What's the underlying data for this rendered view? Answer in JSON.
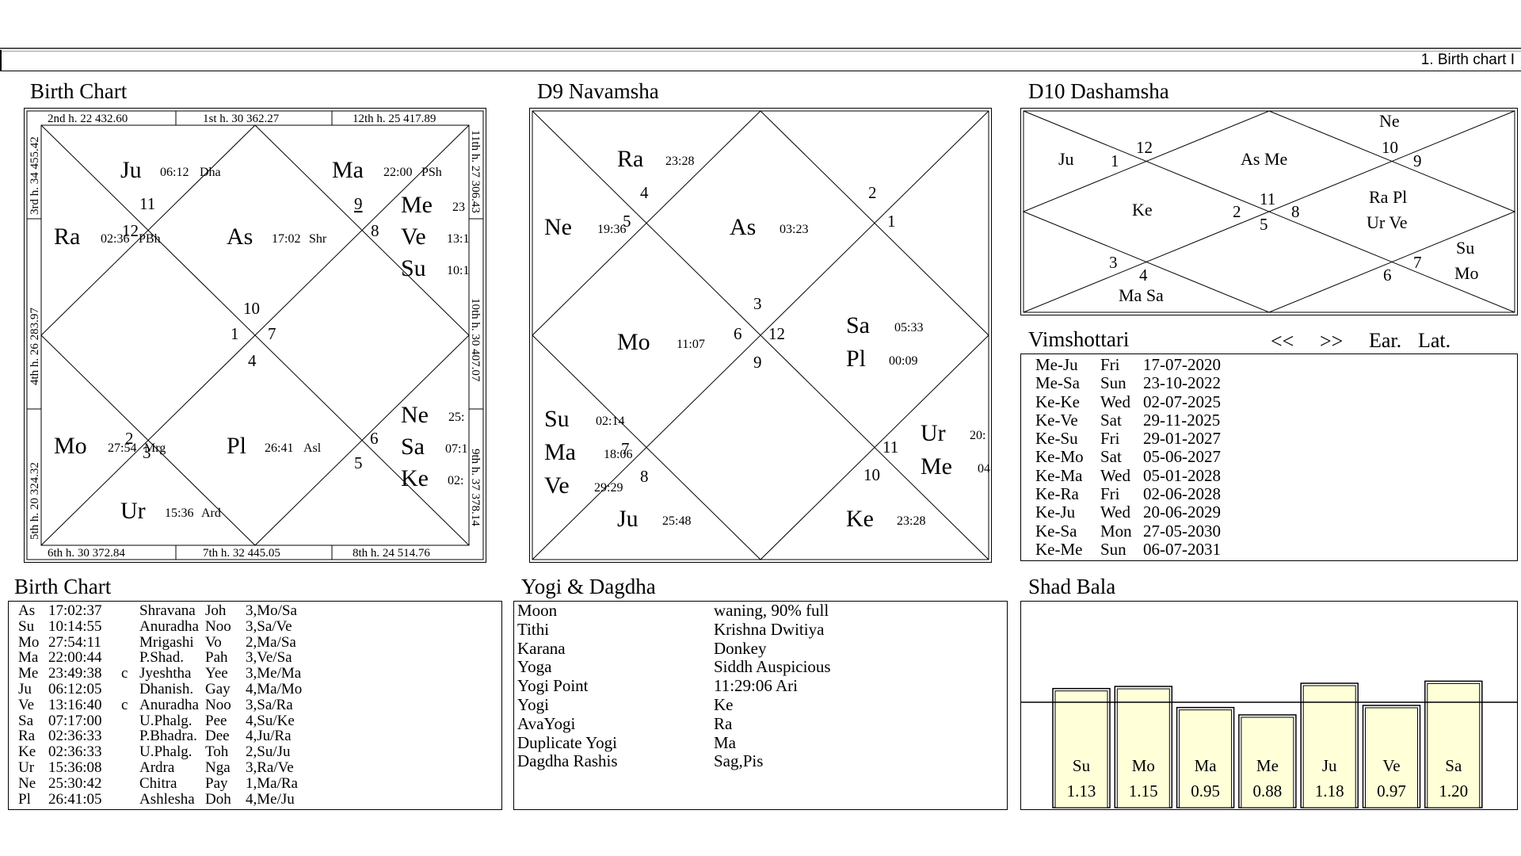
{
  "tab": {
    "label": "1. Birth chart I"
  },
  "birth_chart": {
    "title": "Birth Chart",
    "house_labels": {
      "top": [
        "2nd h.  22  432.60",
        "1st h.  30  362.27",
        "12th h.  25  417.89"
      ],
      "bottom": [
        "6th h.  30  372.84",
        "7th h.  32  445.05",
        "8th h.  24  514.76"
      ],
      "left": [
        "3rd h.  34  455.42",
        "4th h.  26  283.97",
        "5th h.  20  324.32"
      ],
      "right": [
        "11th h.  27  306.43",
        "10th h.  30  407.07",
        "9th h.  37  378.14"
      ]
    },
    "signs": [
      "11",
      "12",
      "9",
      "8",
      "10",
      "1",
      "7",
      "4",
      "2",
      "3",
      "6",
      "5"
    ],
    "planets": [
      {
        "name": "Ju",
        "deg": "06:12",
        "nak": "Dha"
      },
      {
        "name": "Ma",
        "deg": "22:00",
        "nak": "PSh"
      },
      {
        "name": "Me",
        "deg": "23"
      },
      {
        "name": "Ve",
        "deg": "13:1"
      },
      {
        "name": "Su",
        "deg": "10:1"
      },
      {
        "name": "Ra",
        "deg": "02:36",
        "nak": "PBh"
      },
      {
        "name": "As",
        "deg": "17:02",
        "nak": "Shr"
      },
      {
        "name": "Ne",
        "deg": "25:"
      },
      {
        "name": "Sa",
        "deg": "07:1"
      },
      {
        "name": "Ke",
        "deg": "02:"
      },
      {
        "name": "Mo",
        "deg": "27:54",
        "nak": "Mrg"
      },
      {
        "name": "Pl",
        "deg": "26:41",
        "nak": "Asl"
      },
      {
        "name": "Ur",
        "deg": "15:36",
        "nak": "Ard"
      }
    ]
  },
  "navamsha": {
    "title": "D9 Navamsha",
    "signs": [
      "4",
      "5",
      "2",
      "1",
      "3",
      "6",
      "12",
      "9",
      "7",
      "8",
      "11",
      "10"
    ],
    "planets": [
      {
        "name": "Ra",
        "deg": "23:28"
      },
      {
        "name": "Ne",
        "deg": "19:36"
      },
      {
        "name": "As",
        "deg": "03:23"
      },
      {
        "name": "Mo",
        "deg": "11:07"
      },
      {
        "name": "Sa",
        "deg": "05:33"
      },
      {
        "name": "Pl",
        "deg": "00:09"
      },
      {
        "name": "Su",
        "deg": "02:14"
      },
      {
        "name": "Ma",
        "deg": "18:06"
      },
      {
        "name": "Ve",
        "deg": "29:29"
      },
      {
        "name": "Ju",
        "deg": "25:48"
      },
      {
        "name": "Ur",
        "deg": "20:"
      },
      {
        "name": "Me",
        "deg": "04"
      },
      {
        "name": "Ke",
        "deg": "23:28"
      }
    ]
  },
  "dashamsha": {
    "title": "D10 Dashamsha",
    "signs": [
      "12",
      "1",
      "10",
      "9",
      "11",
      "2",
      "8",
      "5",
      "3",
      "4",
      "6",
      "7"
    ],
    "groups": [
      "Ne",
      "Ju",
      "As Me",
      "Ke",
      "Ra Pl",
      "Ur Ve",
      "Su",
      "Mo",
      "Ma Sa"
    ]
  },
  "vimshottari": {
    "title": "Vimshottari",
    "prev": "<<",
    "next": ">>",
    "ear": "Ear.",
    "lat": "Lat.",
    "rows": [
      [
        "Me-Ju",
        "Fri",
        "17-07-2020"
      ],
      [
        "Me-Sa",
        "Sun",
        "23-10-2022"
      ],
      [
        "Ke-Ke",
        "Wed",
        "02-07-2025"
      ],
      [
        "Ke-Ve",
        "Sat",
        "29-11-2025"
      ],
      [
        "Ke-Su",
        "Fri",
        "29-01-2027"
      ],
      [
        "Ke-Mo",
        "Sat",
        "05-06-2027"
      ],
      [
        "Ke-Ma",
        "Wed",
        "05-01-2028"
      ],
      [
        "Ke-Ra",
        "Fri",
        "02-06-2028"
      ],
      [
        "Ke-Ju",
        "Wed",
        "20-06-2029"
      ],
      [
        "Ke-Sa",
        "Mon",
        "27-05-2030"
      ],
      [
        "Ke-Me",
        "Sun",
        "06-07-2031"
      ]
    ]
  },
  "birth_table": {
    "title": "Birth Chart",
    "rows": [
      [
        "As",
        "17:02:37",
        "",
        "Shravana",
        "Joh",
        "3,Mo/Sa"
      ],
      [
        "Su",
        "10:14:55",
        "",
        "Anuradha",
        "Noo",
        "3,Sa/Ve"
      ],
      [
        "Mo",
        "27:54:11",
        "",
        "Mrigashi",
        "Vo",
        "2,Ma/Sa"
      ],
      [
        "Ma",
        "22:00:44",
        "",
        "P.Shad.",
        "Pah",
        "3,Ve/Sa"
      ],
      [
        "Me",
        "23:49:38",
        "c",
        "Jyeshtha",
        "Yee",
        "3,Me/Ma"
      ],
      [
        "Ju",
        "06:12:05",
        "",
        "Dhanish.",
        "Gay",
        "4,Ma/Mo"
      ],
      [
        "Ve",
        "13:16:40",
        "c",
        "Anuradha",
        "Noo",
        "3,Sa/Ra"
      ],
      [
        "Sa",
        "07:17:00",
        "",
        "U.Phalg.",
        "Pee",
        "4,Su/Ke"
      ],
      [
        "Ra",
        "02:36:33",
        "",
        "P.Bhadra.",
        "Dee",
        "4,Ju/Ra"
      ],
      [
        "Ke",
        "02:36:33",
        "",
        "U.Phalg.",
        "Toh",
        "2,Su/Ju"
      ],
      [
        "Ur",
        "15:36:08",
        "",
        "Ardra",
        "Nga",
        "3,Ra/Ve"
      ],
      [
        "Ne",
        "25:30:42",
        "",
        "Chitra",
        "Pay",
        "1,Ma/Ra"
      ],
      [
        "Pl",
        "26:41:05",
        "",
        "Ashlesha",
        "Doh",
        "4,Me/Ju"
      ]
    ]
  },
  "yogi": {
    "title": "Yogi & Dagdha",
    "rows": [
      [
        "Moon",
        "waning, 90% full"
      ],
      [
        "Tithi",
        "Krishna  Dwitiya"
      ],
      [
        "Karana",
        "Donkey"
      ],
      [
        "Yoga",
        "Siddh Auspicious"
      ],
      [
        "Yogi Point",
        "11:29:06 Ari"
      ],
      [
        "Yogi",
        "Ke"
      ],
      [
        "AvaYogi",
        "Ra"
      ],
      [
        "Duplicate Yogi",
        "Ma"
      ],
      [
        "Dagdha Rashis",
        "Sag,Pis"
      ]
    ]
  },
  "shadbala": {
    "title": "Shad Bala",
    "bar_fill": "#ffffd8",
    "chart_data": {
      "type": "bar",
      "categories": [
        "Su",
        "Mo",
        "Ma",
        "Me",
        "Ju",
        "Ve",
        "Sa"
      ],
      "values": [
        1.13,
        1.15,
        0.95,
        0.88,
        1.18,
        0.97,
        1.2
      ],
      "labels": [
        "1.13",
        "1.15",
        "0.95",
        "0.88",
        "1.18",
        "0.97",
        "1.20"
      ],
      "reference": 1.0
    }
  }
}
